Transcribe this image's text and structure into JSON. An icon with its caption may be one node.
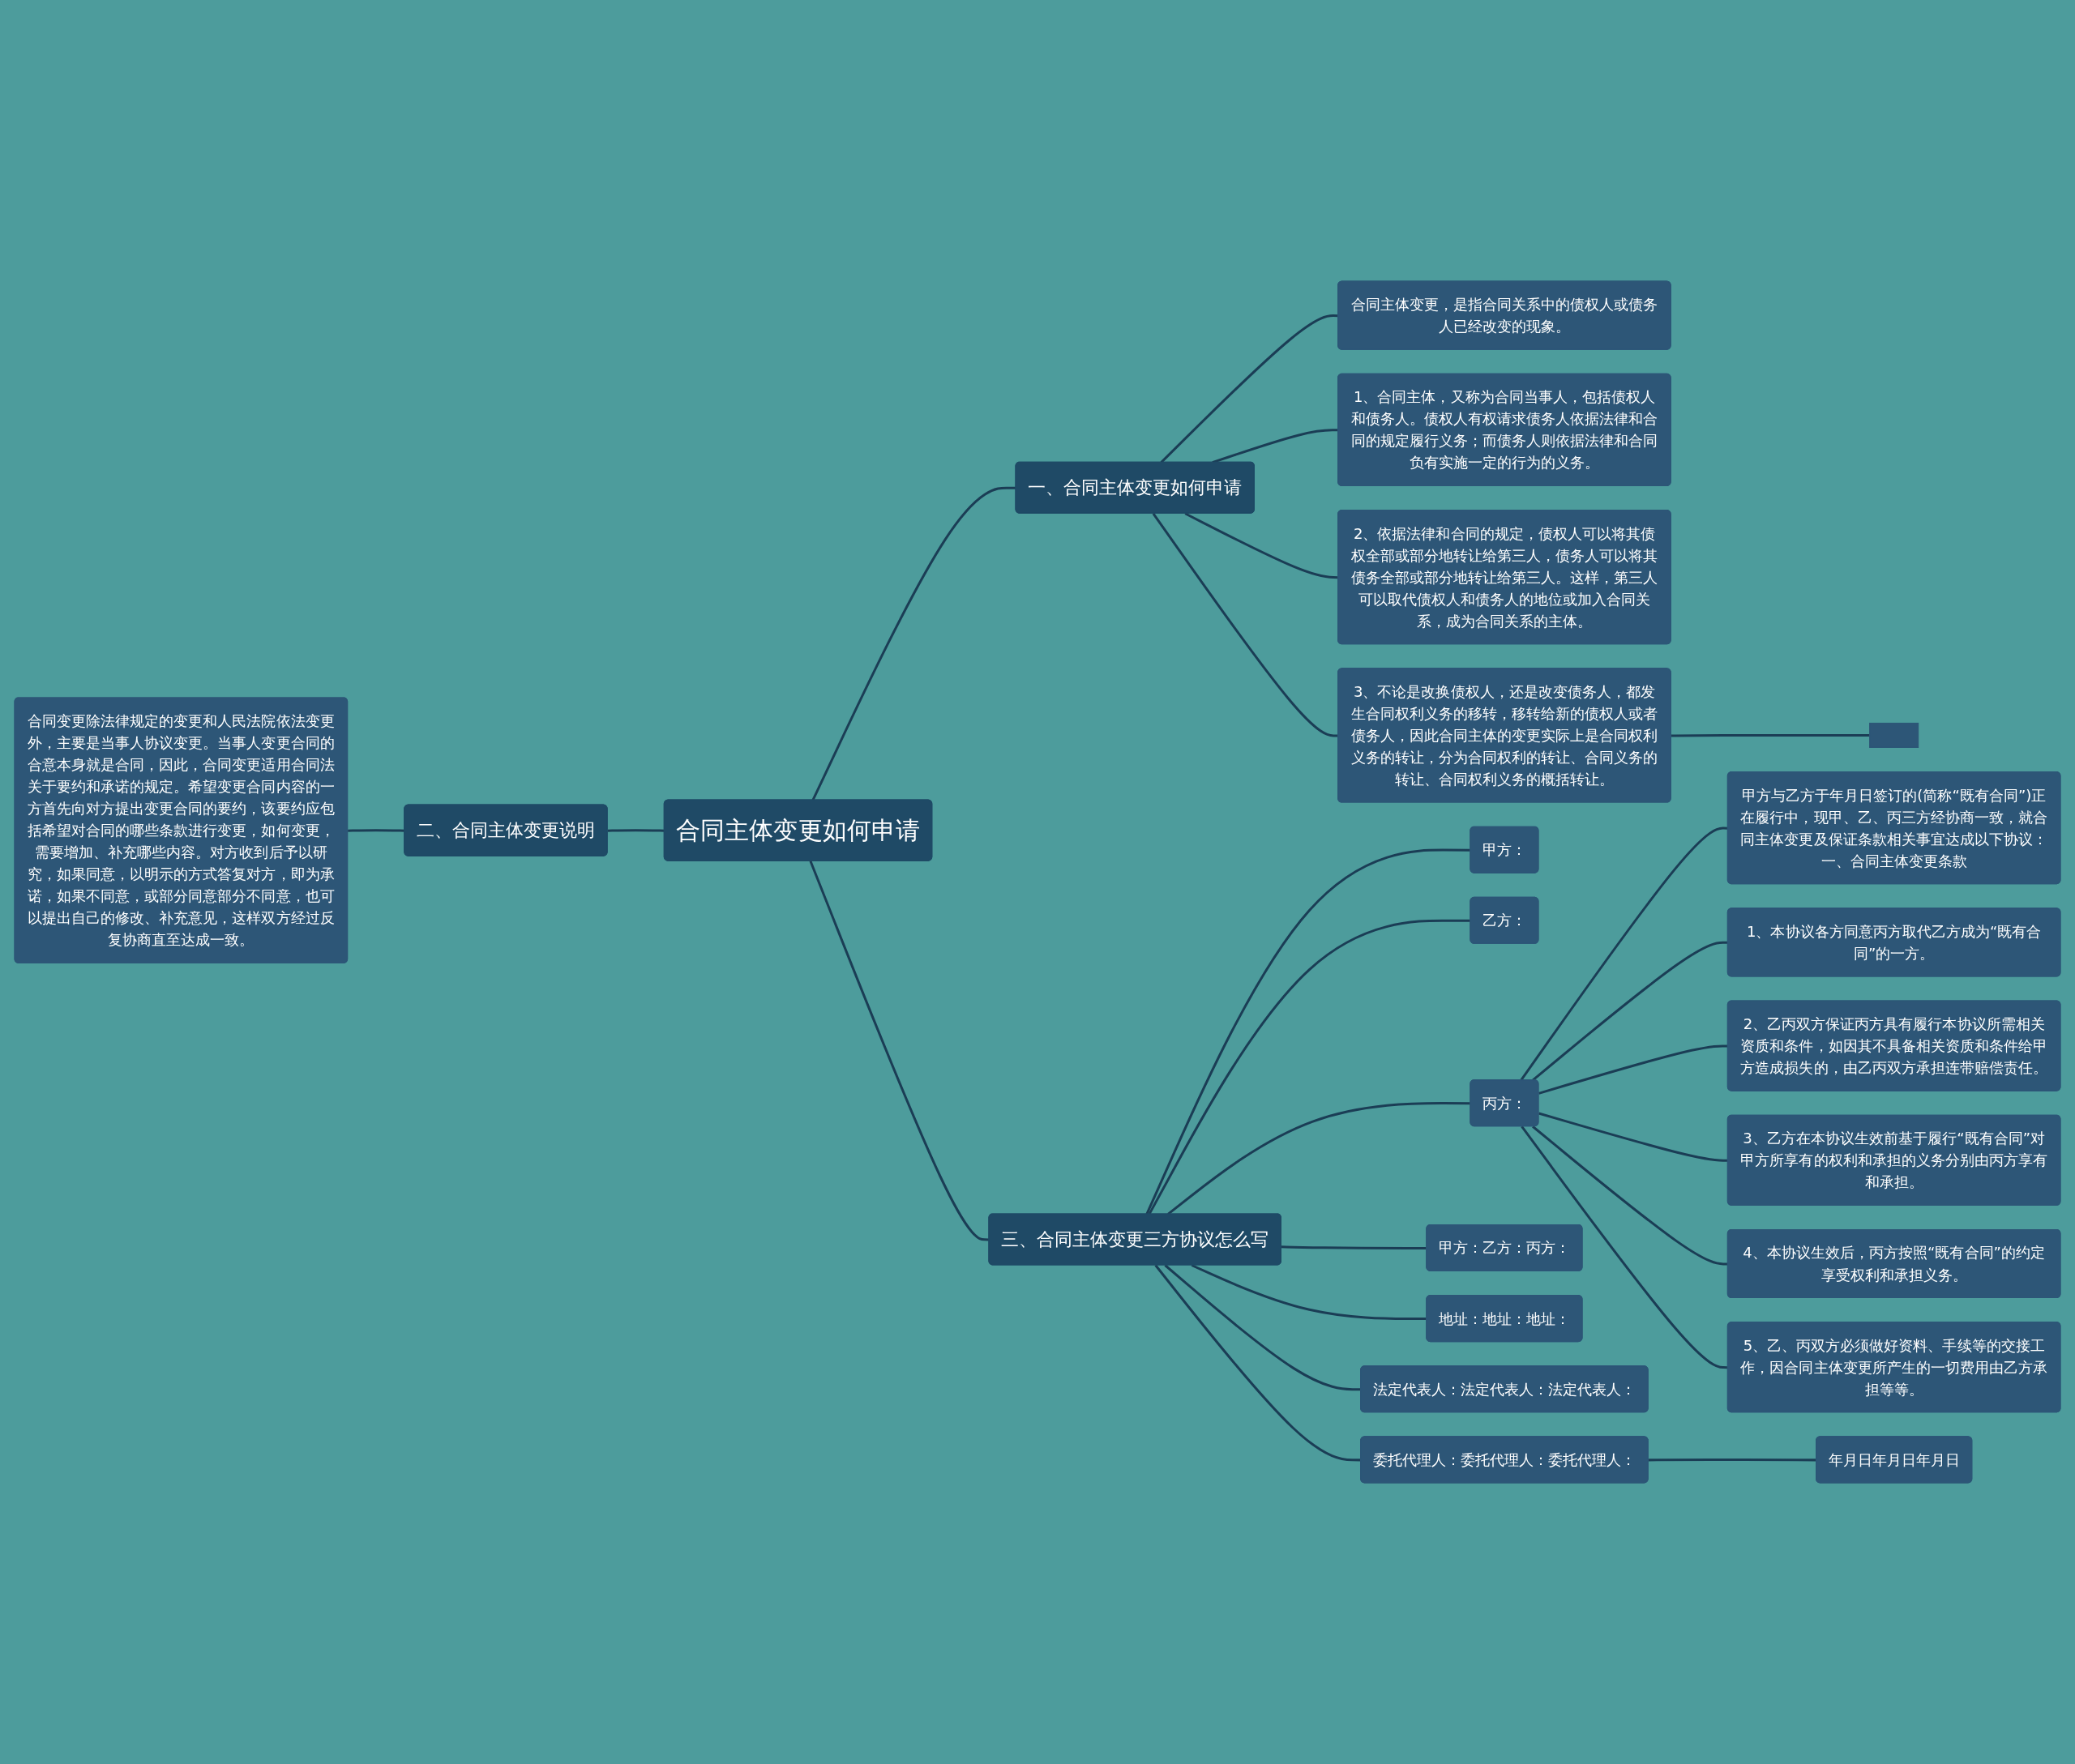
{
  "diagram": {
    "nodes": [
      {
        "text": [
          "合同主体变更如何申请"
        ]
      },
      {
        "text": [
          "一、合同主体变更如何申请"
        ]
      },
      {
        "text": [
          "合同主体变更，是指合同关系中的债权人或债务人已经改变的现象。"
        ]
      },
      {
        "text": [
          "1、合同主体，又称为合同当事人，包括债权人和债务人。债权人有权请求债务人依据法律和合同的规定履行义务；而债务人则依据法律和合同负有实施一定的行为的义务。"
        ]
      },
      {
        "text": [
          "2、依据法律和合同的规定，债权人可以将其债权全部或部分地转让给第三人，债务人可以将其债务全部或部分地转让给第三人。这样，第三人可以取代债权人和债务人的地位或加入合同关系，成为合同关系的主体。"
        ]
      },
      {
        "text": [
          "3、不论是改换债权人，还是改变债务人，都发生合同权利义务的移转，移转给新的债权人或者债务人，因此合同主体的变更实际上是合同权利义务的转让，分为合同权利的转让、合同义务的转让、合同权利义务的概括转让。"
        ]
      },
      {
        "text": [],
        "shape": "box"
      },
      {
        "text": [
          "二、合同主体变更说明"
        ]
      },
      {
        "text": [
          "合同变更除法律规定的变更和人民法院依法变更外，主要是当事人协议变更。当事人变更合同的合意本身就是合同，因此，合同变更适用合同法关于要约和承诺的规定。希望变更合同内容的一方首先向对方提出变更合同的要约，该要约应包括希望对合同的哪些条款进行变更，如何变更，需要增加、补充哪些内容。对方收到后予以研究，如果同意，以明示的方式答复对方，即为承诺，如果不同意，或部分同意部分不同意，也可以提出自己的修改、补充意见，这样双方经过反复协商直至达成一致。"
        ]
      },
      {
        "text": [
          "三、合同主体变更三方协议怎么写"
        ]
      },
      {
        "text": [
          "甲方："
        ]
      },
      {
        "text": [
          "乙方："
        ]
      },
      {
        "text": [
          "丙方："
        ]
      },
      {
        "text": [
          "甲方与乙方于年月日签订的(简称“既有合同”)正在履行中，现甲、乙、丙三方经协商一致，就合同主体变更及保证条款相关事宜达成以下协议：一、合同主体变更条款"
        ]
      },
      {
        "text": [
          "1、本协议各方同意丙方取代乙方成为“既有合同”的一方。"
        ]
      },
      {
        "text": [
          "2、乙丙双方保证丙方具有履行本协议所需相关资质和条件，如因其不具备相关资质和条件给甲方造成损失的，由乙丙双方承担连带赔偿责任。"
        ]
      },
      {
        "text": [
          "3、乙方在本协议生效前基于履行“既有合同”对甲方所享有的权利和承担的义务分别由丙方享有和承担。"
        ]
      },
      {
        "text": [
          "4、本协议生效后，丙方按照“既有合同”的约定享受权利和承担义务。"
        ]
      },
      {
        "text": [
          "5、乙、丙双方必须做好资料、手续等的交接工作，因合同主体变更所产生的一切费用由乙方承担等等。"
        ]
      },
      {
        "text": [
          "甲方：乙方：丙方："
        ]
      },
      {
        "text": [
          "地址：地址：地址："
        ]
      },
      {
        "text": [
          "法定代表人：法定代表人：法定代表人："
        ]
      },
      {
        "text": [
          "委托代理人：委托代理人：委托代理人："
        ]
      },
      {
        "text": [
          "年月日年月日年月日"
        ]
      }
    ],
    "edges": [
      {
        "from": 0,
        "to": 1,
        "arrow": "none"
      },
      {
        "from": 1,
        "to": 2,
        "arrow": "none"
      },
      {
        "from": 1,
        "to": 3,
        "arrow": "none"
      },
      {
        "from": 1,
        "to": 4,
        "arrow": "none"
      },
      {
        "from": 1,
        "to": 5,
        "arrow": "none"
      },
      {
        "from": 5,
        "to": 6,
        "arrow": "none"
      },
      {
        "from": 0,
        "to": 7,
        "arrow": "none"
      },
      {
        "from": 7,
        "to": 8,
        "arrow": "none"
      },
      {
        "from": 0,
        "to": 9,
        "arrow": "none"
      },
      {
        "from": 9,
        "to": 10,
        "arrow": "none"
      },
      {
        "from": 9,
        "to": 11,
        "arrow": "none"
      },
      {
        "from": 9,
        "to": 12,
        "arrow": "none"
      },
      {
        "from": 12,
        "to": 13,
        "arrow": "none"
      },
      {
        "from": 12,
        "to": 14,
        "arrow": "none"
      },
      {
        "from": 12,
        "to": 15,
        "arrow": "none"
      },
      {
        "from": 12,
        "to": 16,
        "arrow": "none"
      },
      {
        "from": 12,
        "to": 17,
        "arrow": "none"
      },
      {
        "from": 12,
        "to": 18,
        "arrow": "none"
      },
      {
        "from": 9,
        "to": 19,
        "arrow": "none"
      },
      {
        "from": 9,
        "to": 20,
        "arrow": "none"
      },
      {
        "from": 9,
        "to": 21,
        "arrow": "none"
      },
      {
        "from": 9,
        "to": 22,
        "arrow": "none"
      },
      {
        "from": 22,
        "to": 23,
        "arrow": "none"
      }
    ]
  }
}
